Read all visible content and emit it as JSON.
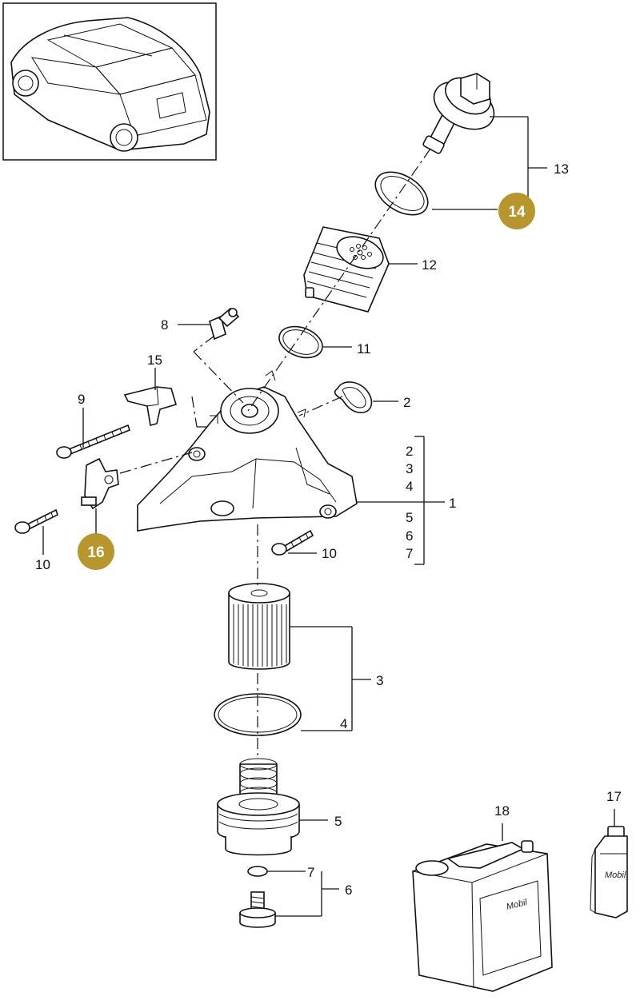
{
  "labels": {
    "p1": "1",
    "p2": "2",
    "p3": "3",
    "p4": "4",
    "p5": "5",
    "p6": "6",
    "p7": "7",
    "p8": "8",
    "p9": "9",
    "p10a": "10",
    "p10b": "10",
    "p11": "11",
    "p12": "12",
    "p13": "13",
    "p15": "15",
    "p17": "17",
    "p18": "18",
    "g2": "2",
    "g3": "3",
    "g4": "4",
    "g5": "5",
    "g6": "6",
    "g7": "7"
  },
  "badges": {
    "b14": "14",
    "b16": "16"
  },
  "brand_text": {
    "canister": "Mobil",
    "bottle": "Mobil"
  },
  "colors": {
    "badge": "#b8962e",
    "line": "#111111"
  }
}
